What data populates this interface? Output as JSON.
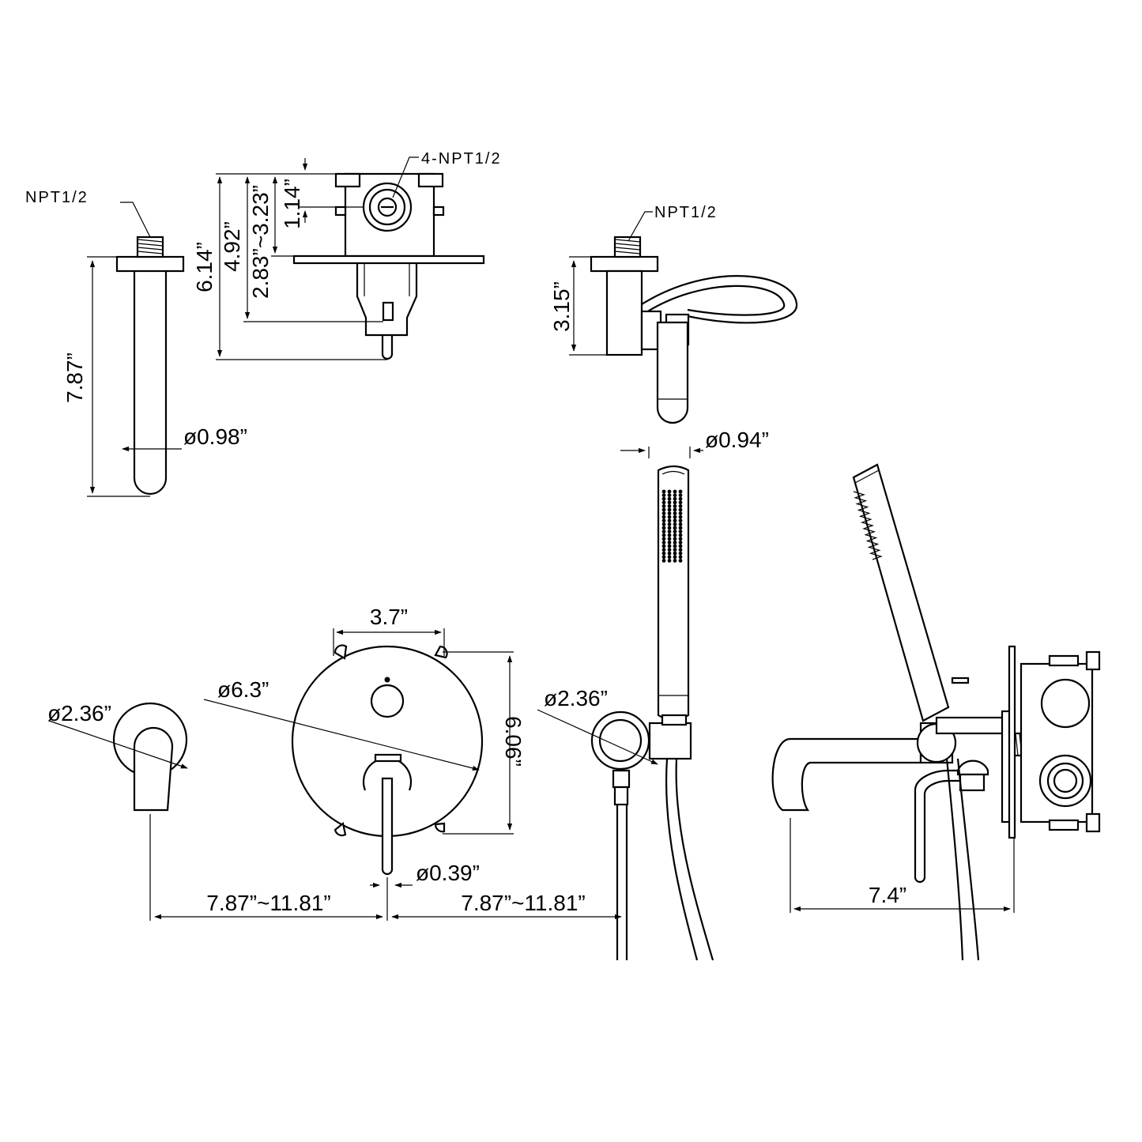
{
  "labels": {
    "npt_spout": "NPT1/2",
    "npt_valve": "4-NPT1/2",
    "npt_tubspout": "NPT1/2",
    "dim_spout_len": "7.87”",
    "dim_spout_dia": "ø0.98”",
    "dim_valve_total": "6.14”",
    "dim_valve_492": "4.92”",
    "dim_valve_range": "2.83”~3.23”",
    "dim_valve_114": "1.14”",
    "dim_tub_315": "3.15”",
    "dim_hand_dia": "ø0.94”",
    "dim_plate_width": "3.7”",
    "dim_plate_dia": "ø6.3”",
    "dim_plate_height": "6.06”",
    "dim_flange_left": "ø2.36”",
    "dim_flange_right": "ø2.36”",
    "dim_handle_dia": "ø0.39”",
    "dim_span_left": "7.87”~11.81”",
    "dim_span_right": "7.87”~11.81”",
    "dim_tub_reach": "7.4”"
  }
}
